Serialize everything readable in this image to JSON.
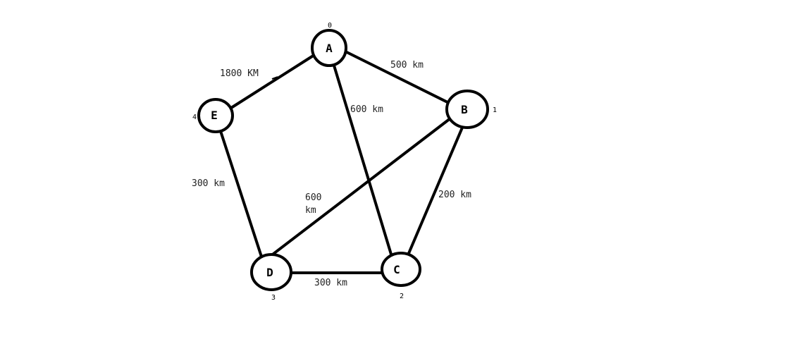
{
  "graph": {
    "nodes": [
      {
        "id": "A",
        "label": "A",
        "index": "0"
      },
      {
        "id": "B",
        "label": "B",
        "index": "1"
      },
      {
        "id": "C",
        "label": "C",
        "index": "2"
      },
      {
        "id": "D",
        "label": "D",
        "index": "3"
      },
      {
        "id": "E",
        "label": "E",
        "index": "4"
      }
    ],
    "edges": [
      {
        "from": "A",
        "to": "E",
        "weight": "1800 KM"
      },
      {
        "from": "A",
        "to": "B",
        "weight": "500 km"
      },
      {
        "from": "A",
        "to": "C",
        "weight": "600 km"
      },
      {
        "from": "B",
        "to": "D",
        "weight_line1": "600",
        "weight_line2": "km"
      },
      {
        "from": "B",
        "to": "C",
        "weight": "200 km"
      },
      {
        "from": "E",
        "to": "D",
        "weight": "300 km"
      },
      {
        "from": "D",
        "to": "C",
        "weight": "300 km"
      }
    ]
  }
}
